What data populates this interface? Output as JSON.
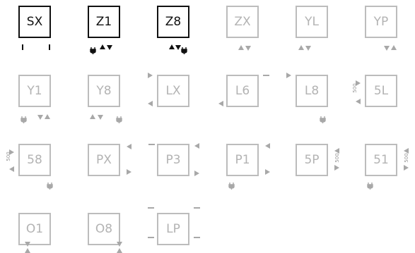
{
  "colors": {
    "active": "#111111",
    "inactive": "#b3b3b3",
    "marker": "#a8a8a8"
  },
  "dimension_label": "500",
  "tiles": [
    {
      "label": "SX",
      "active": true
    },
    {
      "label": "Z1",
      "active": true
    },
    {
      "label": "Z8",
      "active": true
    },
    {
      "label": "ZX",
      "active": false
    },
    {
      "label": "YL",
      "active": false
    },
    {
      "label": "YP",
      "active": false
    },
    {
      "label": "Y1",
      "active": false
    },
    {
      "label": "Y8",
      "active": false
    },
    {
      "label": "LX",
      "active": false
    },
    {
      "label": "L6",
      "active": false
    },
    {
      "label": "L8",
      "active": false
    },
    {
      "label": "5L",
      "active": false
    },
    {
      "label": "58",
      "active": false
    },
    {
      "label": "PX",
      "active": false
    },
    {
      "label": "P3",
      "active": false
    },
    {
      "label": "P1",
      "active": false
    },
    {
      "label": "5P",
      "active": false
    },
    {
      "label": "51",
      "active": false
    },
    {
      "label": "O1",
      "active": false
    },
    {
      "label": "O8",
      "active": false
    },
    {
      "label": "LP",
      "active": false
    }
  ]
}
